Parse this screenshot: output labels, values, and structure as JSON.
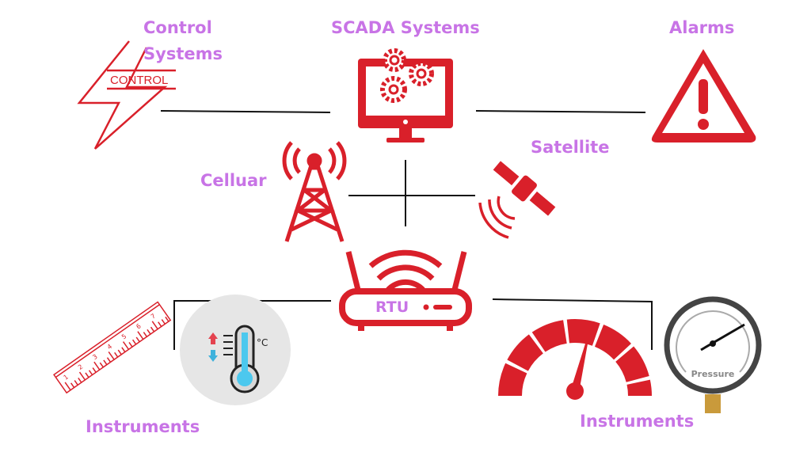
{
  "labels": {
    "control_systems": [
      "Control",
      "Systems"
    ],
    "scada": "SCADA Systems",
    "alarms": "Alarms",
    "cellular": "Celluar",
    "satellite": "Satellite",
    "rtu": "RTU",
    "instruments_left": "Instruments",
    "instruments_right": "Instruments"
  },
  "icon_text": {
    "control": "CONTROL",
    "temperature_unit": "°C",
    "pressure": "Pressure",
    "ruler_numbers": [
      "1",
      "2",
      "3",
      "4",
      "5",
      "6",
      "7"
    ]
  },
  "colors": {
    "icon_red": "#d9202a",
    "label_purple": "#c874e6",
    "connector": "#111111"
  }
}
